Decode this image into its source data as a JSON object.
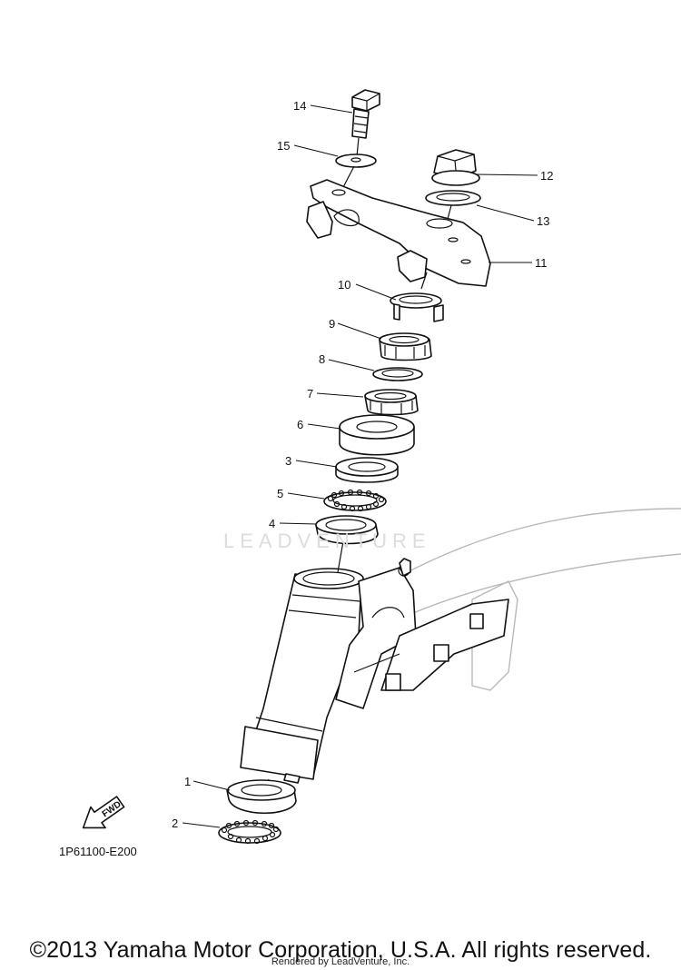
{
  "diagram": {
    "part_code": "1P61100-E200",
    "fwd_label": "FWD",
    "watermark": "LEADVENTURE",
    "callouts": [
      "1",
      "2",
      "3",
      "4",
      "5",
      "6",
      "7",
      "8",
      "9",
      "10",
      "11",
      "12",
      "13",
      "14",
      "15"
    ]
  },
  "footer": {
    "copyright": "©2013 Yamaha Motor Corporation, U.S.A. All rights reserved.",
    "rendered_by": "Rendered by LeadVenture, Inc."
  }
}
